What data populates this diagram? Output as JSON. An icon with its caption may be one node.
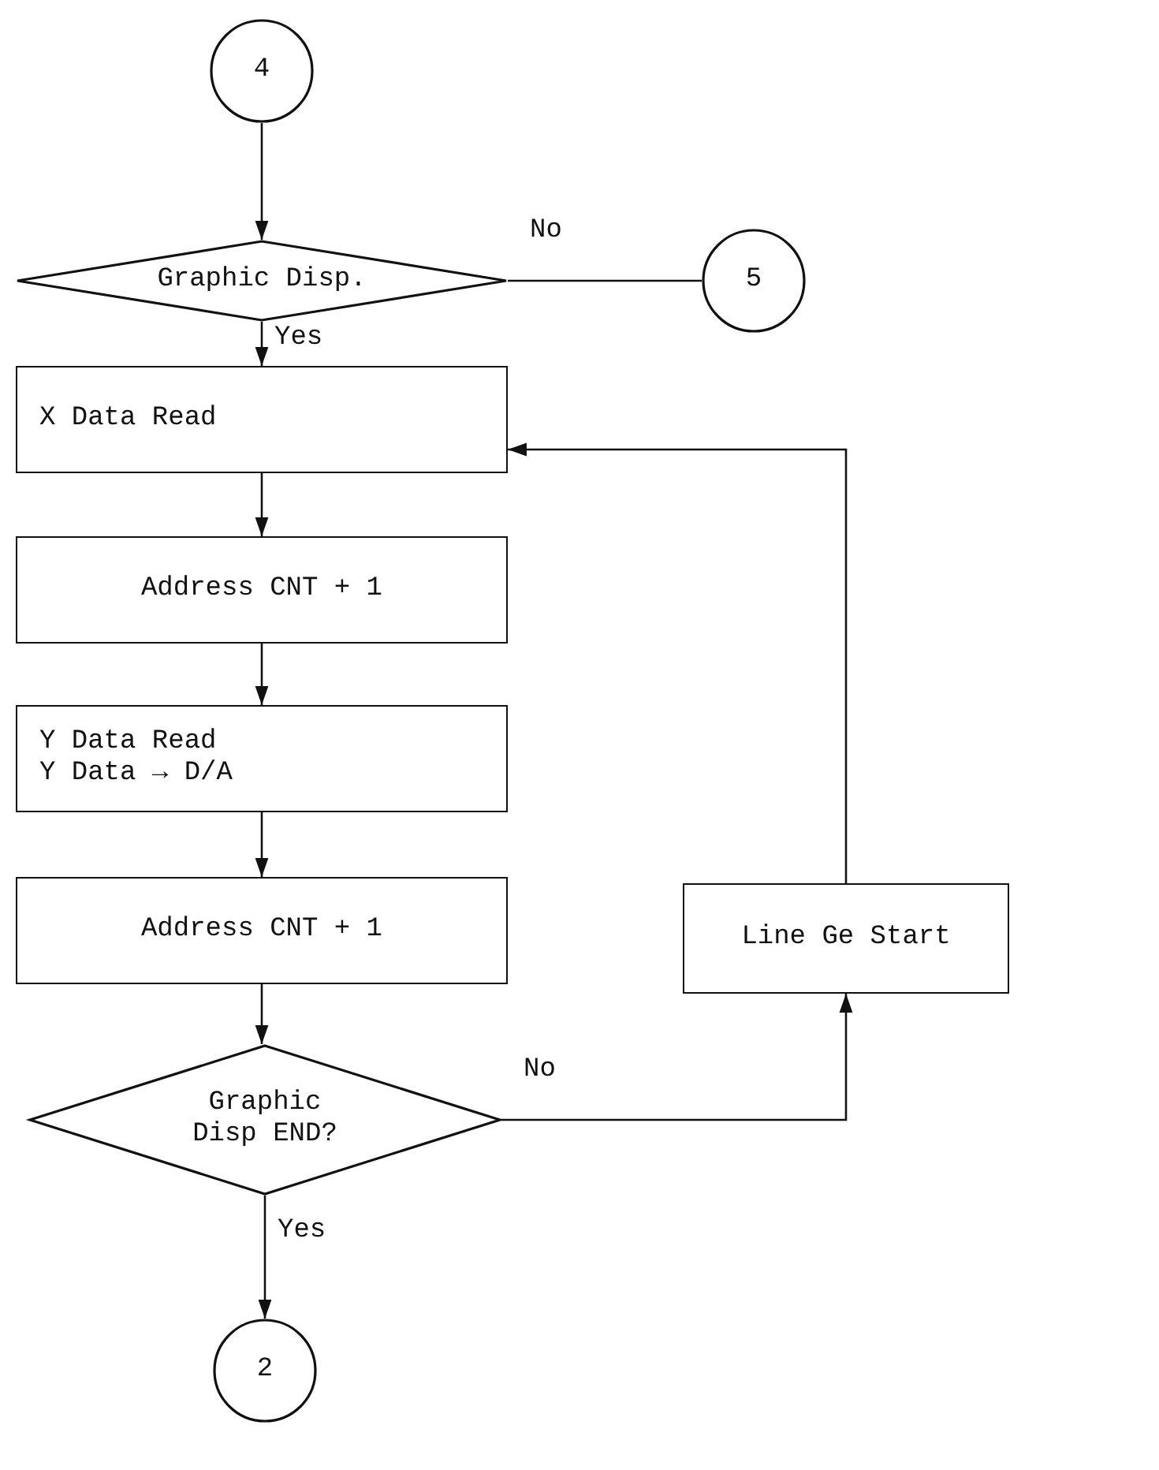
{
  "diagram": {
    "nodes": [
      {
        "text": [
          "4"
        ]
      },
      {
        "text": [
          "Graphic Disp."
        ]
      },
      {
        "text": [
          "5"
        ]
      },
      {
        "text": [
          "X Data Read"
        ]
      },
      {
        "text": [
          "Address CNT + 1"
        ]
      },
      {
        "text": [
          "Y Data Read",
          "Y Data → D/A"
        ]
      },
      {
        "text": [
          "Address CNT + 1"
        ]
      },
      {
        "text": [
          "Graphic Disp END?"
        ]
      },
      {
        "text": [
          "Line Ge Start"
        ]
      },
      {
        "text": [
          "2"
        ]
      }
    ],
    "edges": [
      {
        "from": 0,
        "to": 1,
        "arrow": "to"
      },
      {
        "from": 1,
        "to": 2,
        "arrow": "none",
        "label": "No"
      },
      {
        "from": 1,
        "to": 3,
        "arrow": "to",
        "label": "Yes"
      },
      {
        "from": 3,
        "to": 4,
        "arrow": "to"
      },
      {
        "from": 4,
        "to": 5,
        "arrow": "to"
      },
      {
        "from": 5,
        "to": 6,
        "arrow": "to"
      },
      {
        "from": 6,
        "to": 7,
        "arrow": "to"
      },
      {
        "from": 7,
        "to": 8,
        "arrow": "to",
        "label": "No"
      },
      {
        "from": 7,
        "to": 9,
        "arrow": "to",
        "label": "Yes"
      },
      {
        "from": 8,
        "to": 3,
        "arrow": "to"
      }
    ]
  }
}
